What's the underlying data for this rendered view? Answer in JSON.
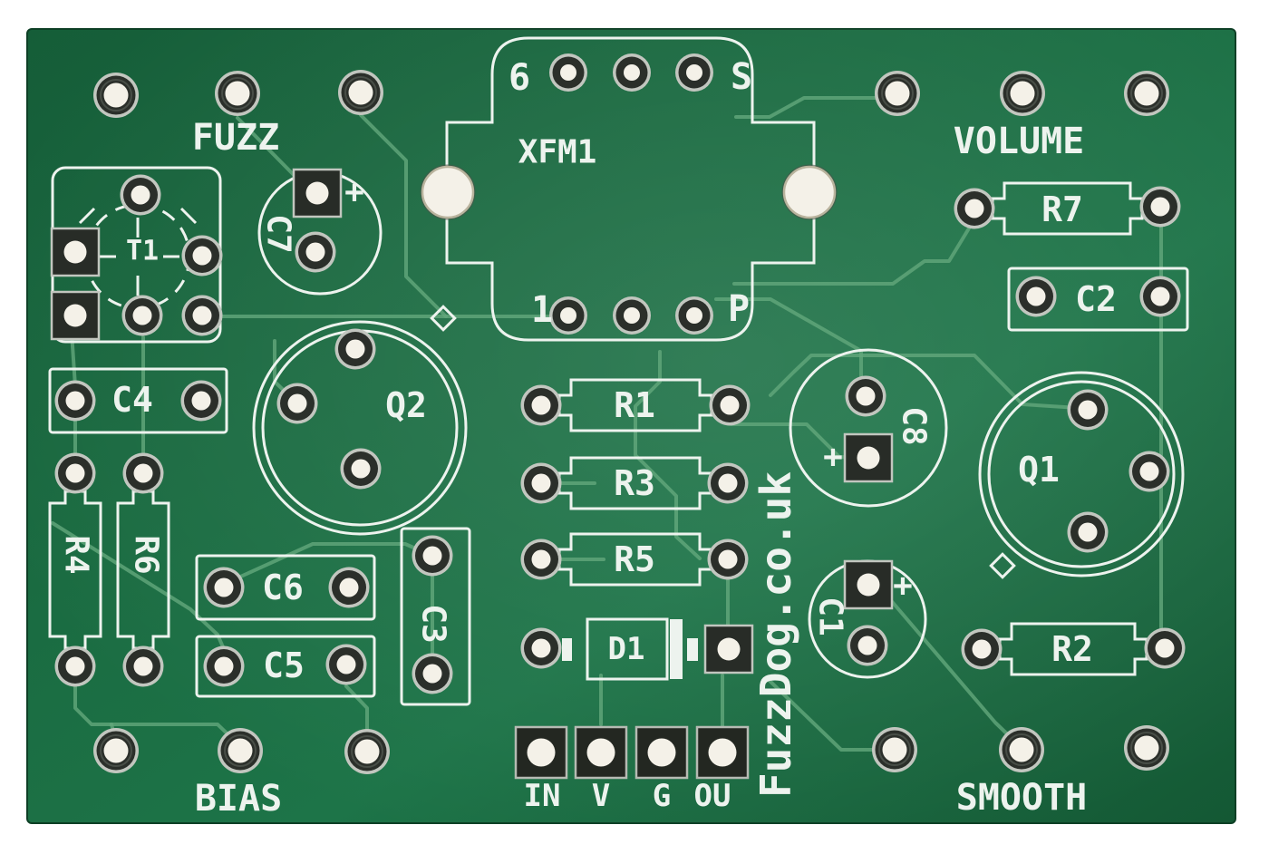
{
  "silkscreen": {
    "pots": {
      "fuzz": "FUZZ",
      "volume": "VOLUME",
      "bias": "BIAS",
      "smooth": "SMOOTH"
    },
    "transformer": {
      "ref": "XFM1",
      "pin_6": "6",
      "pin_s": "S",
      "pin_1": "1",
      "pin_p": "P"
    },
    "refs": {
      "t1": "T1",
      "c7": "C7",
      "q2": "Q2",
      "c4": "C4",
      "r4": "R4",
      "r6": "R6",
      "c6": "C6",
      "c5": "C5",
      "c3": "C3",
      "r1": "R1",
      "r3": "R3",
      "r5": "R5",
      "d1": "D1",
      "c8": "C8",
      "c1": "C1",
      "q1": "Q1",
      "r7": "R7",
      "c2": "C2",
      "r2": "R2"
    },
    "headers": {
      "in": "IN",
      "v": "V",
      "g": "G",
      "ou": "OU"
    },
    "branding": "FuzzDog.co.uk",
    "polarity": "+"
  },
  "colors": {
    "bg": "#ffffff",
    "board": "#1a6b41",
    "board-dark": "#145834",
    "board-light": "#1d7348",
    "trace": "#63a77c",
    "silk": "#edf3ee",
    "pad-rim": "#c2c6bf",
    "pad-dark": "#2b2f2a",
    "hole": "#f4f1e8"
  }
}
